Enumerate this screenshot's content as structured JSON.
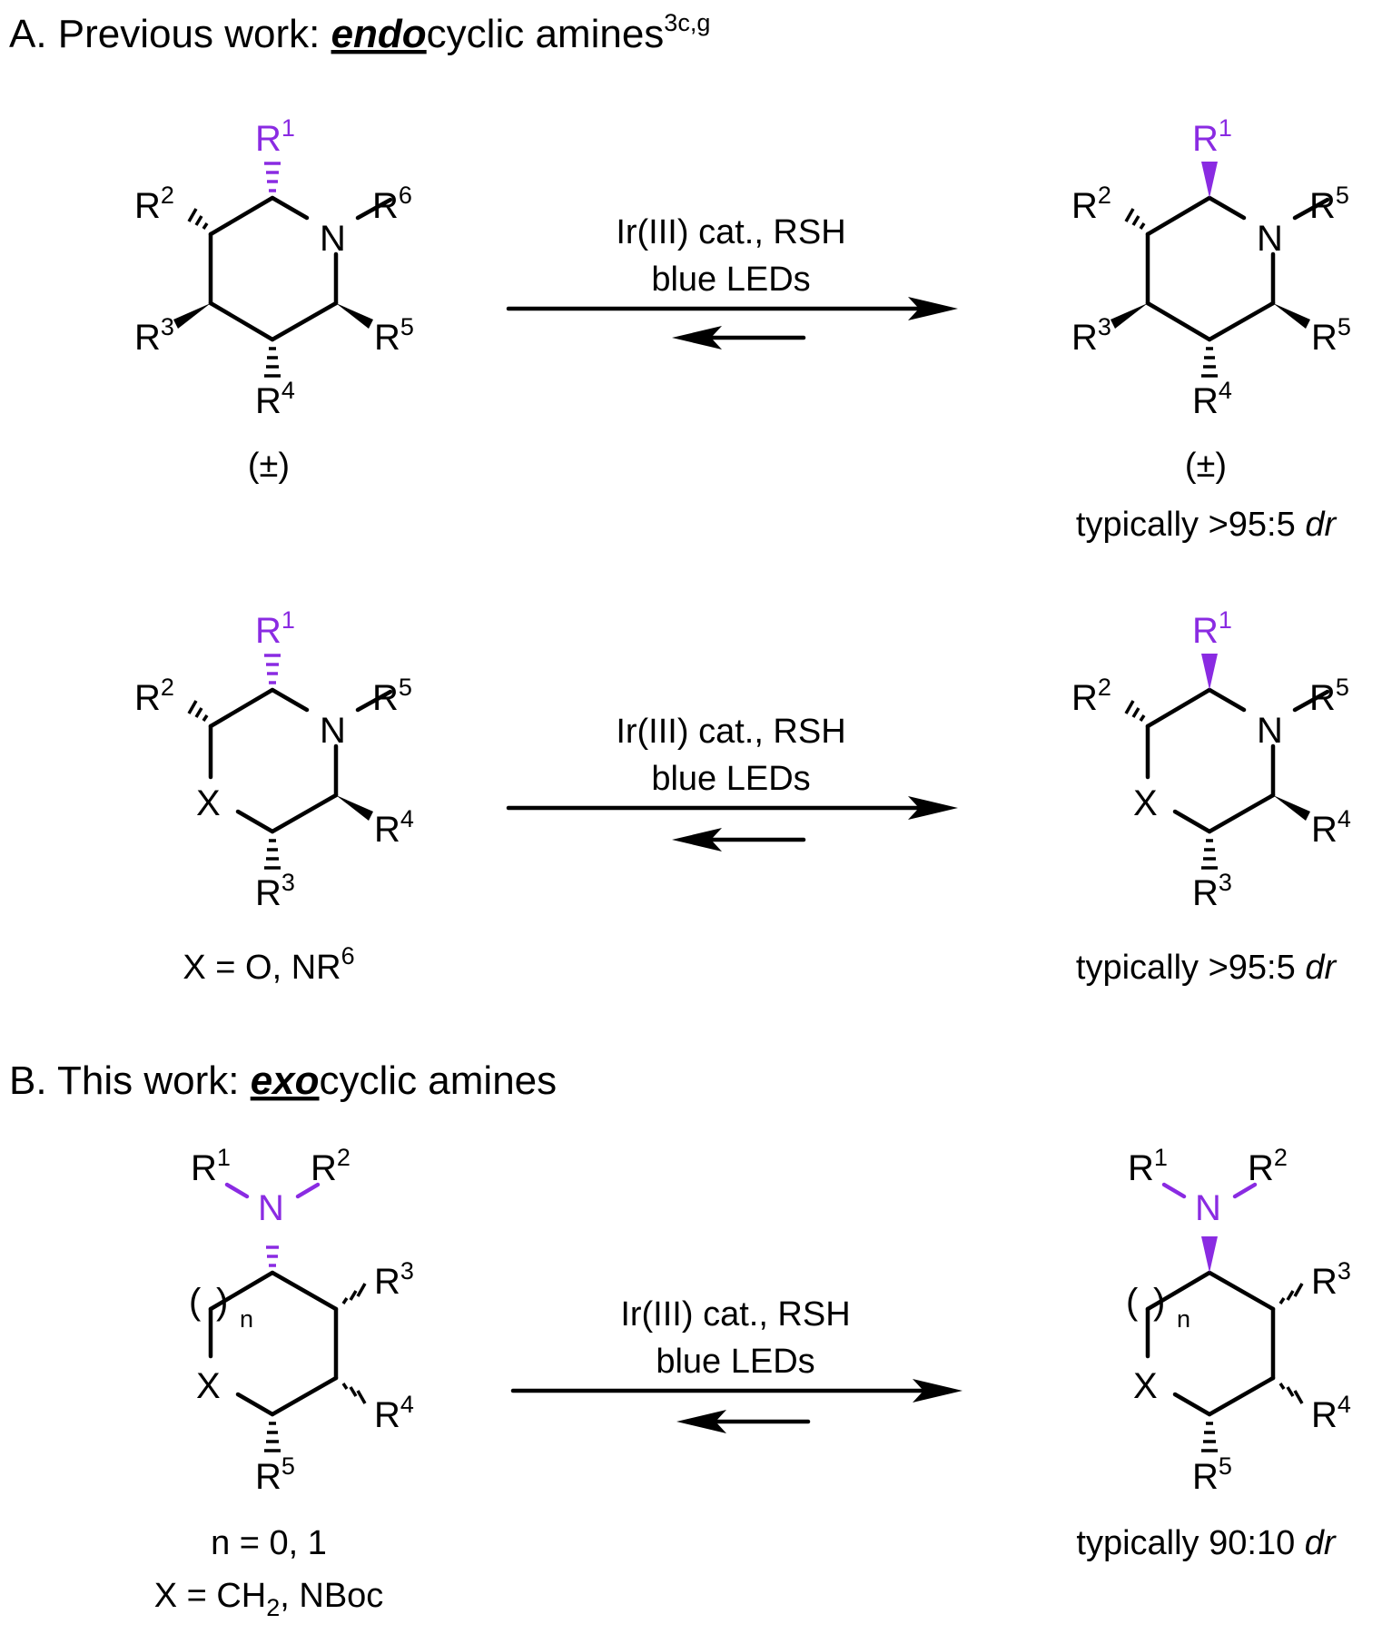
{
  "section_a": {
    "heading_prefix": "A. Previous work: ",
    "heading_emph": "endo",
    "heading_suffix": "cyclic amines",
    "heading_ref": "3c,g"
  },
  "section_b": {
    "heading_prefix": "B. This work: ",
    "heading_emph": "exo",
    "heading_suffix": "cyclic amines"
  },
  "conditions": {
    "line1": "Ir(III) cat., RSH",
    "line2": "blue LEDs"
  },
  "labels": {
    "racemic": "(±)",
    "dr_95": "typically >95:5 ",
    "dr_90": "typically 90:10 ",
    "dr": "dr",
    "x_def_a": "X = O, NR",
    "x_def_a_sup": "6",
    "n_def": "n = 0, 1",
    "x_def_b_1": "X = CH",
    "x_def_b_sub": "2",
    "x_def_b_2": ", NBoc"
  },
  "atoms": {
    "R": "R",
    "N": "N",
    "X": "X",
    "n": "n",
    "open_paren": "(",
    "close_paren": ")",
    "s1": "1",
    "s2": "2",
    "s3": "3",
    "s4": "4",
    "s5": "5",
    "s6": "6"
  },
  "colors": {
    "highlight": "#8a2be2",
    "ink": "#000000"
  }
}
